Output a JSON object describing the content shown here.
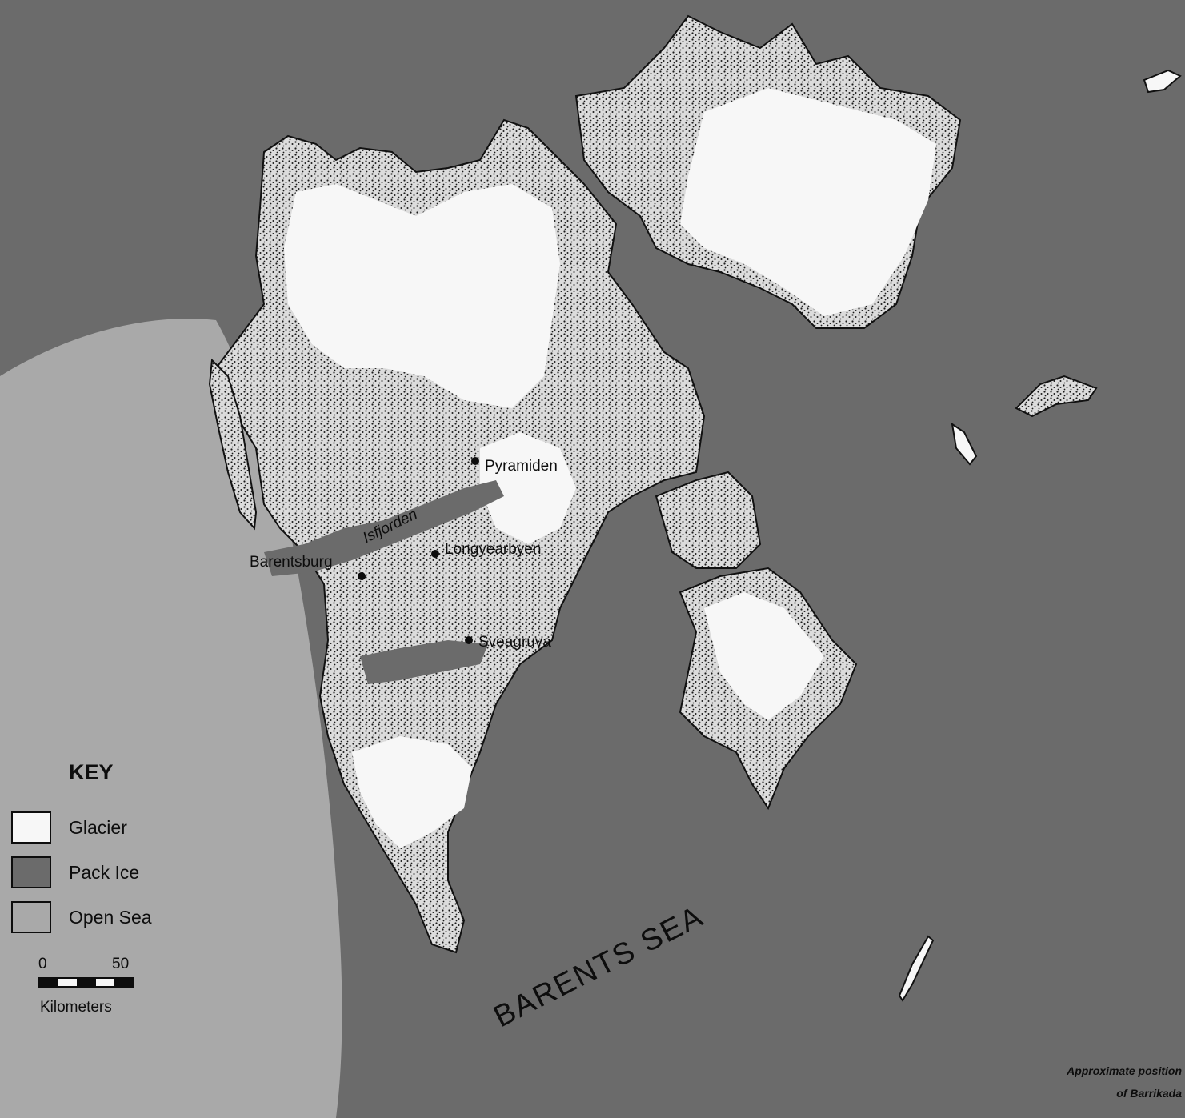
{
  "colors": {
    "pack_ice": "#6b6b6b",
    "open_sea": "#a9a9a9",
    "glacier": "#f7f7f7",
    "land_stipple": "#d8d8d8",
    "ink": "#0d0d0d"
  },
  "labels": {
    "isfjorden": "Isfjorden",
    "pyramiden": "Pyramiden",
    "longyearbyen": "Longyearbyen",
    "barentsburg": "Barentsburg",
    "sveagruva": "Sveagruva",
    "barents_sea": "BARENTS SEA"
  },
  "key": {
    "title": "KEY",
    "items": [
      {
        "label": "Glacier",
        "color": "#f7f7f7"
      },
      {
        "label": "Pack Ice",
        "color": "#6b6b6b"
      },
      {
        "label": "Open Sea",
        "color": "#a9a9a9"
      }
    ]
  },
  "scale": {
    "start": "0",
    "end": "50",
    "unit": "Kilometers"
  },
  "note": {
    "line1": "Approximate position",
    "line2": "of Barrikada"
  }
}
